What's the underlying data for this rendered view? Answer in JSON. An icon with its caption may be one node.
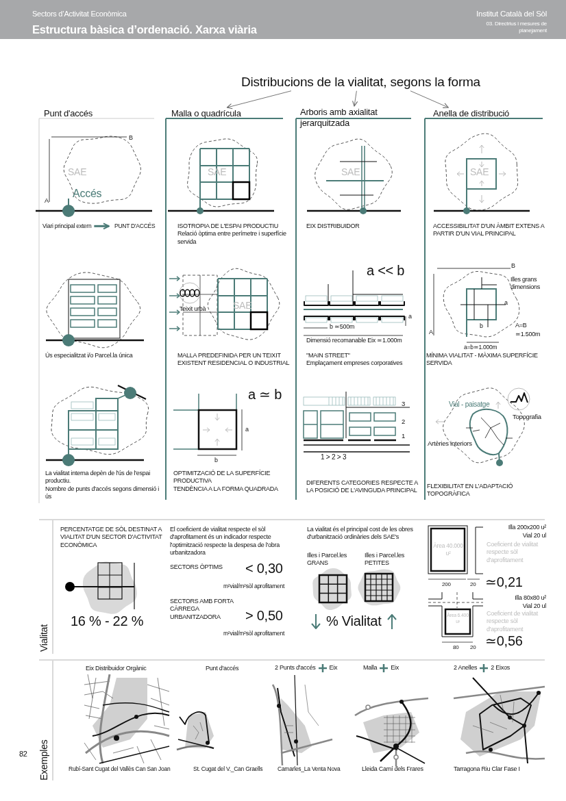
{
  "diagram": {
    "title": "Estructura bàsica d’ordenació. Xarxa viària",
    "nodes": [
      {
        "text": [
          "Distribucions de la vialitat, segons la forma"
        ]
      },
      {
        "text": [
          "Punt d'accés"
        ]
      },
      {
        "text": [
          "Malla o quadrícula"
        ]
      },
      {
        "text": [
          "Arboris amb axialitat jerarquitzada"
        ]
      },
      {
        "text": [
          "Anella de distribució"
        ]
      },
      {
        "text": [
          "Viari principal extern"
        ]
      },
      {
        "text": [
          "PUNT D'ACCÉS"
        ]
      }
    ],
    "edges": [
      {
        "from": 0,
        "to": 2,
        "arrow": "to"
      },
      {
        "from": 0,
        "to": 3,
        "arrow": "to"
      },
      {
        "from": 0,
        "to": 4,
        "arrow": "to"
      },
      {
        "from": 5,
        "to": 6,
        "arrow": "to",
        "style": "thick",
        "color": "#4b7b77"
      }
    ],
    "labels": [
      "Sectors d’Activitat Econòmica",
      "Institut Català del Sòl",
      "03. Directrius i mesures de planejament",
      "B",
      "SAE",
      "Accés",
      "A",
      "SAE",
      "ISOTROPIA DE L'ESPAI PRODUCTIU",
      "Relació òptima entre perímetre i superfície servida",
      "SAE",
      "EIX DISTRIBUIDOR",
      "SAE",
      "ACCESSIBILITAT D'UN ÀMBIT EXTENS A PARTIR D'UN VIAL PRINCIPAL",
      "Teixit urbà",
      "SAE",
      "a << b",
      "a",
      "b ≃500m",
      "Dimensió recomanable Eix ≃1.000m",
      "B",
      "Illes grans dimensions",
      "a",
      "b",
      "A",
      "A=B",
      "≃1.500m",
      "a=b≃1.000m",
      "Ús especialitzat i/o Parcel.la única",
      "MALLA PREDEFINIDA PER UN TEIXIT EXISTENT RESIDENCIAL O INDUSTRIAL",
      "\"MAIN STREET\"",
      "Emplaçament empreses corporatives",
      "MÍNIMA VIALITAT - MÀXIMA SUPERFÍCIE SERVIDA",
      "a ≃ b",
      "a",
      "b",
      "3",
      "2",
      "1",
      "1 > 2 > 3",
      "Vial - paisatge",
      "Topografia",
      "Artèries interiors",
      "La vialitat interna depèn de l'ús de l'espai productiu.",
      "Nombre de punts d'accés segons dimensió i ús",
      "OPTIMITZACIÓ DE LA SUPERFÍCIE PRODUCTIVA",
      "TENDÈNCIA A LA FORMA QUADRADA",
      "DIFERENTS CATEGORIES RESPECTE A LA POSICIÓ DE L'AVINGUDA PRINCIPAL",
      "FLEXIBILITAT EN L'ADAPTACIÓ TOPOGRÀFICA",
      "Vialitat",
      "PERCENTATGE DE SÒL DESTINAT A VIALITAT D'UN SECTOR D'ACTIVITAT ECONÒMICA",
      "16 %  -  22 %",
      "El coeficient de vialitat respecte el sòl d'aprofitament és un indicador respecte l'optimització respecte la despesa de l'obra urbanitzadora",
      "SECTORS ÒPTIMS",
      "< 0,30",
      "m²vial/m²sòl aprofitament",
      "SECTORS AMB FORTA CÀRREGA URBANITZADORA",
      "> 0,50",
      "m²vial/m²sòl aprofitament",
      "La vialitat és el principal cost de les obres d'urbanització ordinàries dels SAE's",
      "Illes i Parcel.les GRANS",
      "Illes i Parcel.les PETITES",
      "% Vialitat",
      "Illa 200x200 u²",
      "Vial 20 ul",
      "Àrea 40.000 u²",
      "Coeficient de vialitat respecte sòl d'aprofitament",
      "200",
      "20",
      "≃0,21",
      "Illa 80x80 u²",
      "Vial 20 ul",
      "Àrea 6.400 u²",
      "Coeficient de vialitat respecte sòl d'aprofitament",
      "80",
      "20",
      "≃0,56",
      "Exemples",
      "82",
      "Eix Distribuidor Orgànic",
      "Punt d'accés",
      "2 Punts d'accés",
      "Eix",
      "Malla",
      "Eix",
      "2 Anelles",
      "2 Eixos",
      "Rubí-Sant Cugat del Vallès Can San Joan",
      "St. Cugat del V._Can Graells",
      "Camarles_La Venta Nova",
      "Lleida Camí dels Frares",
      "Tarragona Riu Clar Fase I"
    ]
  }
}
